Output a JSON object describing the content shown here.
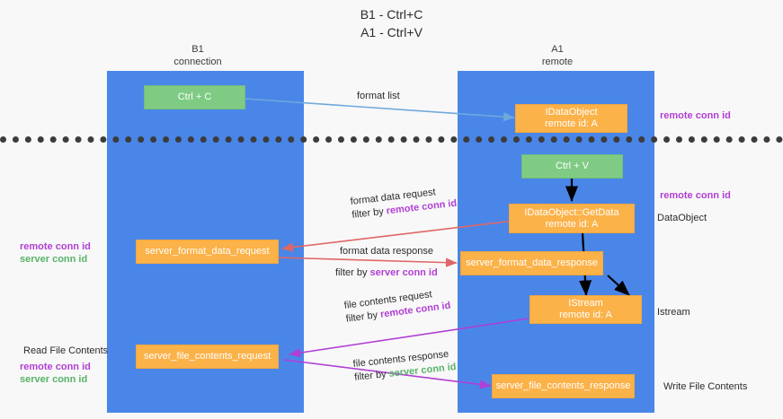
{
  "header": {
    "line1": "B1 - Ctrl+C",
    "line2": "A1 - Ctrl+V"
  },
  "lanes": [
    {
      "id": "b1",
      "title_line1": "B1",
      "title_line2": "connection"
    },
    {
      "id": "a1",
      "title_line1": "A1",
      "title_line2": "remote"
    }
  ],
  "nodes": {
    "ctrl_c": {
      "line1": "Ctrl + C",
      "line2": ""
    },
    "idataobject": {
      "line1": "IDataObject",
      "line2": "remote id: A"
    },
    "ctrl_v": {
      "line1": "Ctrl + V",
      "line2": ""
    },
    "getdata": {
      "line1": "IDataObject::GetData",
      "line2": "remote id: A"
    },
    "server_format_data_request": {
      "line1": "server_format_data_request",
      "line2": ""
    },
    "server_format_data_response": {
      "line1": "server_format_data_response",
      "line2": ""
    },
    "istream": {
      "line1": "IStream",
      "line2": "remote id: A"
    },
    "server_file_contents_request": {
      "line1": "server_file_contents_request",
      "line2": ""
    },
    "server_file_contents_response": {
      "line1": "server_file_contents_response",
      "line2": ""
    }
  },
  "edges": {
    "format_list": "format list",
    "format_data_request": "format data request",
    "format_data_request_filter_prefix": "filter by ",
    "format_data_request_filter_key": "remote conn id",
    "format_data_response": "format data response",
    "format_data_response_filter_prefix": "filter by ",
    "format_data_response_filter_key": "server conn id",
    "file_contents_request": "file contents request",
    "file_contents_request_filter_prefix": "filter by ",
    "file_contents_request_filter_key": "remote conn id",
    "file_contents_response": "file contents response",
    "file_contents_response_filter_prefix": "filter by ",
    "file_contents_response_filter_key": "server conn id"
  },
  "annotations": {
    "right_remote_conn_id_top": "remote conn id",
    "right_remote_conn_id_mid": "remote conn id",
    "right_dataobject": "DataObject",
    "right_istream": "Istream",
    "right_write_file_contents": "Write File Contents",
    "left_remote_conn_id": "remote conn id",
    "left_server_conn_id": "server conn id",
    "left_read_file_contents": "Read File Contents",
    "left_remote_conn_id_2": "remote conn id",
    "left_server_conn_id_2": "server conn id"
  },
  "colors": {
    "lane": "#4a86e8",
    "green_node": "#7fcb84",
    "orange_node": "#fbb249",
    "purple": "#b13fd4",
    "green_text": "#58b368",
    "blue_arrow": "#6fa8dc",
    "red_arrow": "#e06666",
    "magenta_arrow": "#b13fd4",
    "black_arrow": "#000000",
    "background": "#f8f8f8"
  }
}
